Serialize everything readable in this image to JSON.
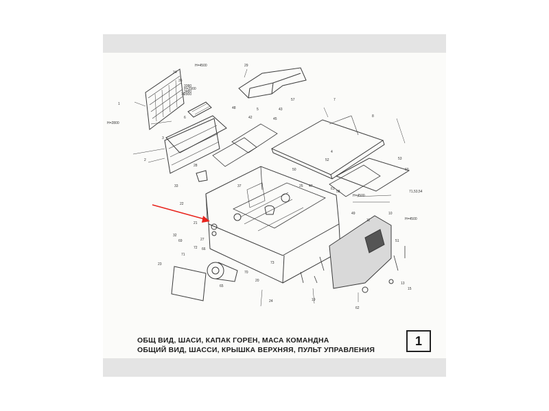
{
  "document": {
    "caption_bg": "ОБЩ ВИД, ШАСИ, КАПАК ГОРЕН, МАСА КОМАНДНА",
    "caption_ru": "ОБЩИЙ ВИД, ШАССИ, КРЫШКА ВЕРХНЯЯ, ПУЛЬТ УПРАВЛЕНИЯ",
    "page_number": "1"
  },
  "callouts": {
    "c1": "1",
    "c2": "2",
    "c3": "3",
    "c4": "4",
    "c5": "5",
    "c6": "6",
    "c7": "7",
    "c8": "8",
    "c10": "10",
    "c11": "11",
    "c13": "13",
    "c15": "15",
    "c19": "19",
    "c20": "20",
    "c21": "21",
    "c22": "22",
    "c23": "23",
    "c24": "24",
    "c25": "25",
    "c27": "27",
    "c28": "28",
    "c29": "29",
    "c32": "32",
    "c33": "33",
    "c34": "34",
    "c35": "35",
    "c36": "36",
    "c37": "37",
    "c42": "42",
    "c43": "43",
    "c45": "45",
    "c47": "47",
    "c48": "48",
    "c49": "49",
    "c50": "50",
    "c51": "51",
    "c52": "52",
    "c53": "53",
    "c57": "57",
    "c58": "58",
    "c60": "60",
    "c61": "61",
    "c62": "62",
    "c65": "65",
    "c66": "66",
    "c69": "69",
    "c70": "70",
    "c71": "71",
    "c72": "72",
    "c73": "73",
    "c3380": "3380",
    "c3480": "3480",
    "h4500_a": "H=4500",
    "h4500_b": "H=4500",
    "h4500_c": "H=4500",
    "h2800": "H=2800",
    "h2900": "H=2900",
    "h2900b": "2900",
    "part_7153": "71,53,54"
  },
  "colors": {
    "arrow": "#e8231c",
    "ink": "#3a3a3a"
  }
}
